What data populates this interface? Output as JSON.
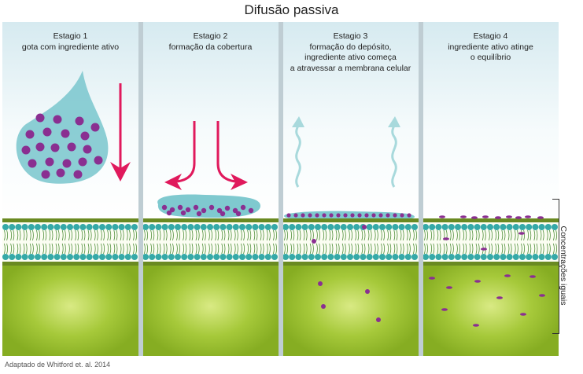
{
  "title": "Difusão passiva",
  "stages": [
    {
      "lines": [
        "Estagio 1",
        "gota com ingrediente ativo"
      ]
    },
    {
      "lines": [
        "Estagio 2",
        "formação da cobertura"
      ]
    },
    {
      "lines": [
        "Estagio 3",
        "formação do depósito,",
        "ingrediente ativo começa",
        "a atravessar a membrana celular"
      ]
    },
    {
      "lines": [
        "Estagio 4",
        "ingrediente ativo atinge",
        "o equilíbrio"
      ]
    }
  ],
  "side_label": "Concentrações iguais",
  "source": "Adaptado de Whitford et. al. 2014",
  "colors": {
    "arrow": "#e0195c",
    "droplet": "#7fc9cf",
    "molecule": "#8a2f91",
    "lipid_head": "#35a9a8",
    "membrane_band": "#6a8a22",
    "tissue": "#a6c93a",
    "vapor": "#a8d9dc"
  },
  "icons": [
    "arrow-down-icon",
    "arrow-curve-icon",
    "vapor-arrow-icon"
  ]
}
